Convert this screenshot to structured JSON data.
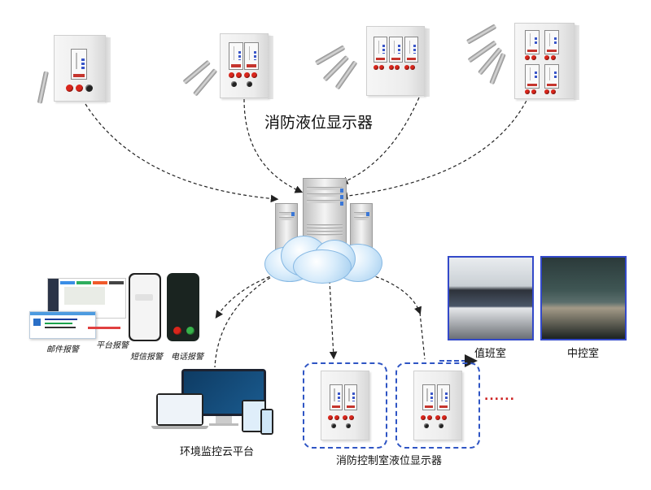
{
  "diagram": {
    "title_top": "消防液位显示器",
    "top_devices": [
      {
        "name": "single-channel-display",
        "channels": 1,
        "probes": 1
      },
      {
        "name": "dual-channel-display",
        "channels": 2,
        "probes": 2
      },
      {
        "name": "triple-channel-display",
        "channels": 3,
        "probes": 3
      },
      {
        "name": "quad-channel-display",
        "channels": 4,
        "probes": 4
      }
    ],
    "center": {
      "name": "cloud-server"
    },
    "alarms": {
      "email": "邮件报警",
      "platform": "平台报警",
      "sms": "短信报警",
      "phone": "电话报警"
    },
    "platform_label": "环境监控云平台",
    "control_room_label": "消防控制室液位显示器",
    "ellipsis": "......",
    "rooms": [
      {
        "label": "值班室"
      },
      {
        "label": "中控室"
      }
    ],
    "colors": {
      "frame_blue": "#2f55c4",
      "photo_border": "#3349c9",
      "button_red": "#d9261c",
      "ellipsis_red": "#cc1f1f",
      "arrow": "#222222"
    }
  }
}
